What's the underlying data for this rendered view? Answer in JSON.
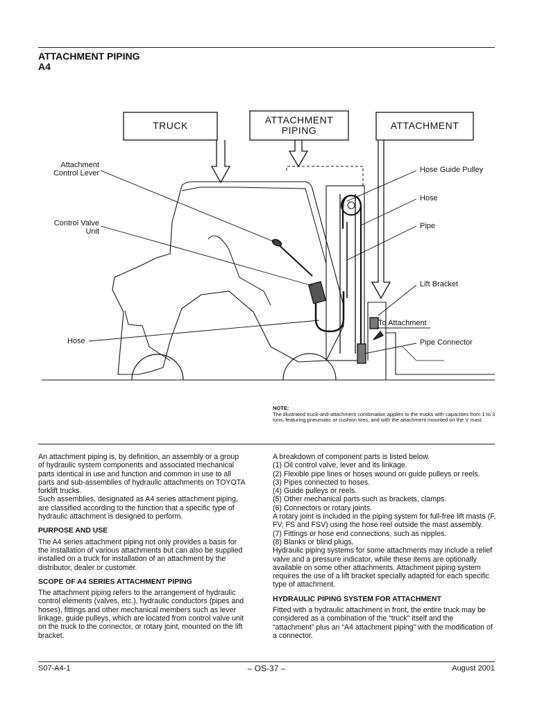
{
  "header": {
    "title_line1": "ATTACHMENT PIPING",
    "title_line2": "A4"
  },
  "diagram": {
    "box_truck": "TRUCK",
    "box_piping_line1": "ATTACHMENT",
    "box_piping_line2": "PIPING",
    "box_attachment": "ATTACHMENT",
    "label_control_lever_1": "Attachment",
    "label_control_lever_2": "Control Lever",
    "label_valve_1": "Control Valve",
    "label_valve_2": "Unit",
    "label_hose_left": "Hose",
    "label_hose_guide_pulley": "Hose Guide Pulley",
    "label_hose_right": "Hose",
    "label_pipe": "Pipe",
    "label_lift_bracket": "Lift Bracket",
    "label_to_attachment": "To Attachment",
    "label_pipe_connector": "Pipe Connector"
  },
  "note": {
    "heading": "NOTE:",
    "text": "The illustrated truck-and-attachment combination applies to the trucks with capacities from 1 to 3 tons, featuring pneumatic or cushion tires, and with the attachment mounted on the V mast."
  },
  "left_column": {
    "intro": "An attachment piping is, by definition, an assembly or a group of hydraulic system components and associated mechanical parts identical in use and function and common in use to all parts and sub-assemblies of hydraulic attachments on TOYOTA forklift trucks.",
    "intro2": "Such assemblies, designated as A4 series attachment piping, are classified according to the function that a specific type of hydraulic attachment is designed to perform.",
    "heading_purpose": "PURPOSE AND USE",
    "purpose": "The A4 series attachment piping not only provides a basis for the installation of various attachments but can also be supplied installed on a truck for installation of an attachment by the distributor, dealer or customer.",
    "heading_scope": "SCOPE OF A4 SERIES ATTACHMENT PIPING",
    "scope": "The attachment piping refers to the arrangement of hydraulic control elements (valves, etc.), hydraulic conductors (pipes and hoses), fittings and other mechanical members such as lever linkage, guide pulleys, which are located from control valve unit on the truck to the connector, or rotary joint, mounted on the lift bracket."
  },
  "right_column": {
    "lines": [
      "A breakdown of component parts is listed below.",
      "(1) Oil control valve, lever and its linkage.",
      "(2) Flexible pipe lines or hoses wound on guide pulleys or reels.",
      "(3) Pipes connected to hoses.",
      "(4) Guide pulleys or reels.",
      "(5) Other mechanical parts such as brackets, clamps.",
      "(6) Connectors or rotary joints."
    ],
    "rotary": "A rotary joint is included in the piping system for full-free lift masts (F, FV, FS and FSV) using the hose reel outside the mast assembly.",
    "line7": "(7) Fittings or hose end connections, such as nipples.",
    "line8": "(8) Blanks or blind plugs.",
    "hydraulic": "Hydraulic piping systems for some attachments may include a relief valve and a pressure indicator, while these items are optionally available on some other attachments.  Attachment piping system requires the use of a lift bracket specially adapted for each specific type of attachment.",
    "heading_system": "HYDRAULIC PIPING SYSTEM FOR ATTACHMENT",
    "system": "Fitted with a hydraulic attachment in front, the entire truck may be considered as a combination of the “truck” itself and the “attachment” plus an “A4 attachment piping” with the modification of a connector."
  },
  "footer": {
    "left": "S07-A4-1",
    "center": "– OS-37 –",
    "right": "August 2001"
  }
}
